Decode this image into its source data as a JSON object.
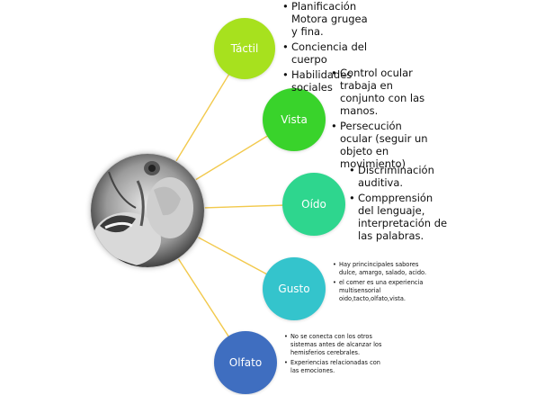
{
  "nodes": [
    {
      "key": "tactil",
      "label": "Táctil",
      "color": "#a7e11e",
      "bullets": [
        "Planificación Motora grugea y fina.",
        "Conciencia del cuerpo",
        "Habilidades sociales"
      ]
    },
    {
      "key": "vista",
      "label": "Vista",
      "color": "#39d32b",
      "bullets": [
        "Control ocular trabaja en conjunto con las manos.",
        "Persecución ocular (seguir un objeto en movimiento)"
      ]
    },
    {
      "key": "oido",
      "label": "Oído",
      "color": "#2ed68e",
      "bullets": [
        "Discriminación auditiva.",
        "Compprensión del lenguaje, interpretación de las palabras."
      ]
    },
    {
      "key": "gusto",
      "label": "Gusto",
      "color": "#34c4cc",
      "bullets": [
        "Hay princincipales sabores dulce, amargo, salado, acido.",
        "el comer es una experiencia multisensorial oido,tacto,olfato,vista."
      ]
    },
    {
      "key": "olfato",
      "label": "Olfato",
      "color": "#3f6ec0",
      "bullets": [
        "No se conecta con los otros sistemas antes de alcanzar los hemisferios cerebrales.",
        "Experiencias relacionadas con las emociones."
      ]
    }
  ],
  "colors": {
    "connector": "#f2c94c"
  }
}
